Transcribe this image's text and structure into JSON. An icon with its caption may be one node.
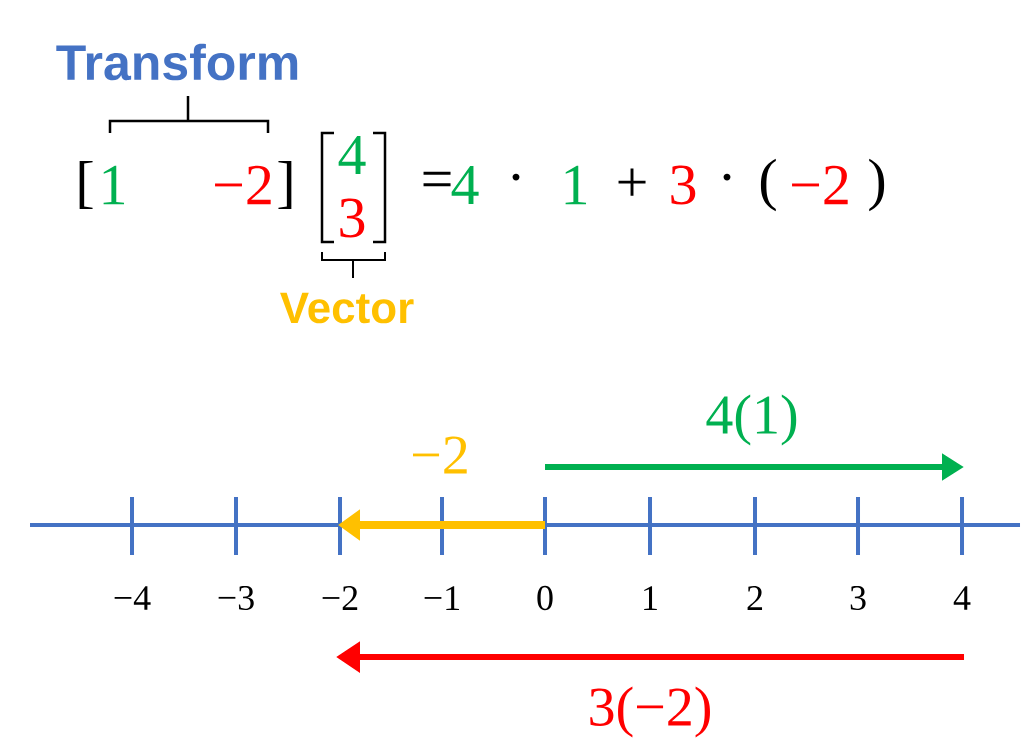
{
  "diagram": {
    "labels": [
      "Transform",
      "[",
      "1",
      "−2",
      "]",
      "4",
      "3",
      "=",
      "4",
      "·",
      "1",
      "+",
      "3",
      "·",
      "(",
      "−2",
      ")",
      "Vector",
      "4(1)",
      "−2",
      "−4",
      "−3",
      "−2",
      "−1",
      "0",
      "1",
      "2",
      "3",
      "4",
      "3(−2)"
    ]
  }
}
